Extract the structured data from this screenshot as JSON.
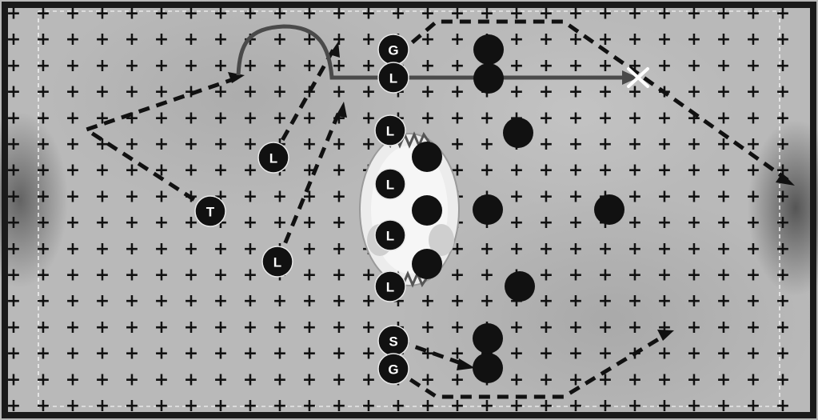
{
  "board": {
    "cross_glyph": "+",
    "colors": {
      "pitch": "#b9b9b9",
      "grid_cross": "#111111",
      "piece_fill": "#111111",
      "piece_text": "#ffffff",
      "dashed_route": "#111111",
      "solid_route": "#4a4a4a",
      "target_marker": "#ffffff"
    }
  },
  "attackers": [
    {
      "id": "G",
      "label": "G"
    },
    {
      "id": "L",
      "label": "L"
    },
    {
      "id": "L",
      "label": "L"
    },
    {
      "id": "L",
      "label": "L"
    },
    {
      "id": "L",
      "label": "L"
    },
    {
      "id": "L",
      "label": "L"
    },
    {
      "id": "S",
      "label": "S"
    },
    {
      "id": "G",
      "label": "G"
    },
    {
      "id": "T",
      "label": "T"
    },
    {
      "id": "L",
      "label": "L"
    },
    {
      "id": "L",
      "label": "L"
    }
  ],
  "defenders_count": 11,
  "markers": {
    "target": "target-cross-icon",
    "midfield_skull": "skull-icon"
  }
}
